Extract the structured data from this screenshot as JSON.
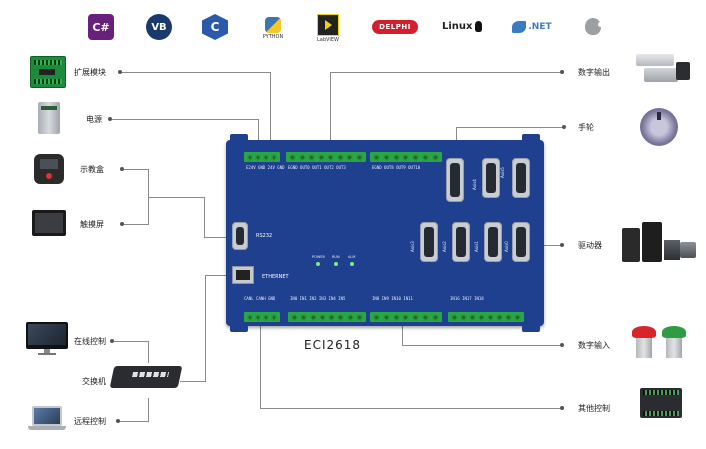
{
  "top_logos": [
    {
      "name": "csharp-logo",
      "text": "C#"
    },
    {
      "name": "vb-logo",
      "text": "VB"
    },
    {
      "name": "c-logo",
      "text": "C"
    },
    {
      "name": "python-logo",
      "text": "PYTHON"
    },
    {
      "name": "labview-logo",
      "text": "LabVIEW"
    },
    {
      "name": "delphi-logo",
      "text": "DELPHI"
    },
    {
      "name": "linux-logo",
      "text": "Linux"
    },
    {
      "name": "dotnet-logo",
      "text": ".NET"
    },
    {
      "name": "apple-logo",
      "text": ""
    }
  ],
  "left_labels": {
    "expansion": "扩展模块",
    "power": "电源",
    "teach_pendant": "示教盒",
    "touchscreen": "触摸屏",
    "online_control": "在线控制",
    "switch": "交换机",
    "remote_control": "远程控制"
  },
  "right_labels": {
    "digital_output": "数字输出",
    "handwheel": "手轮",
    "driver": "驱动器",
    "digital_input": "数字输入",
    "other_control": "其他控制"
  },
  "board": {
    "model": "ECI2618",
    "rs232": "RS232",
    "ethernet": "ETHERNET",
    "leds": [
      "POWER",
      "RUN",
      "ALM"
    ],
    "axes": [
      "Axis0",
      "Axis1",
      "Axis2",
      "Axis3",
      "Axis4",
      "Axis5"
    ]
  },
  "colors": {
    "board": "#1f3f8f",
    "terminal": "#28a745",
    "line": "#8a8a8a"
  }
}
